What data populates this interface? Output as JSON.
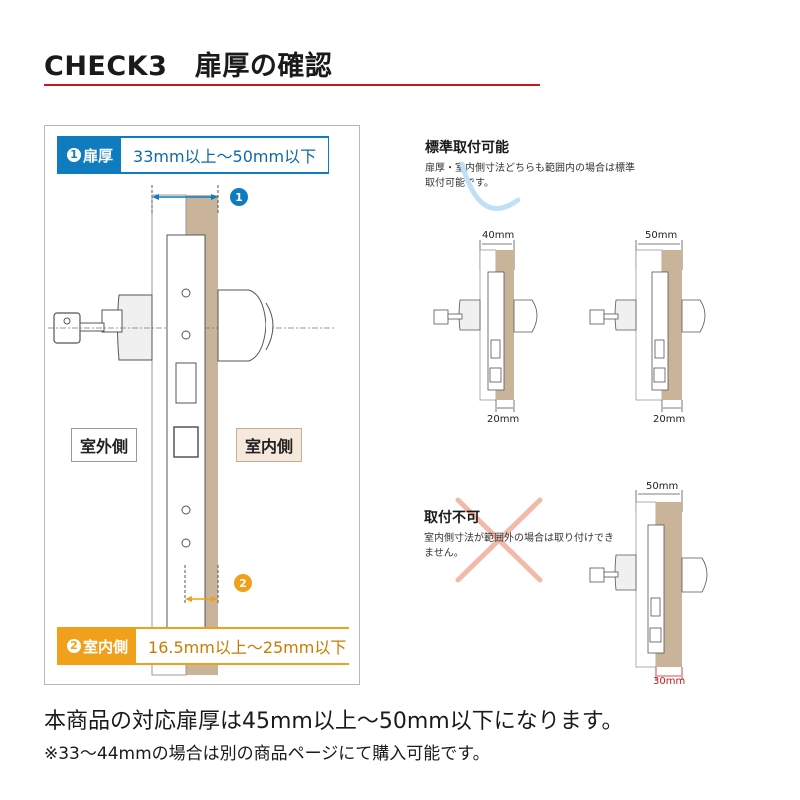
{
  "header": {
    "title": "CHECK3　扉厚の確認"
  },
  "spec_thickness": {
    "num": "1",
    "label": "扉厚",
    "value": "33mm以上〜50mm以下"
  },
  "spec_inside": {
    "num": "2",
    "label": "室内側",
    "value": "16.5mm以上〜25mm以下"
  },
  "callouts": {
    "one": "1",
    "two": "2"
  },
  "labels": {
    "outside": "室外側",
    "inside": "室内側"
  },
  "ok_section": {
    "title": "標準取付可能",
    "desc": "扉厚・室内側寸法どちらも範囲内の場合は標準取付可能です。",
    "example1": {
      "door": "40mm",
      "inside": "20mm"
    },
    "example2": {
      "door": "50mm",
      "inside": "20mm"
    }
  },
  "ng_section": {
    "title": "取付不可",
    "desc": "室内側寸法が範囲外の場合は取り付けできません。",
    "example": {
      "door": "50mm",
      "inside": "30mm"
    }
  },
  "notes": {
    "main": "本商品の対応扉厚は45mm以上〜50mm以下になります。",
    "sub": "※33〜44mmの場合は別の商品ページにて購入可能です。"
  },
  "colors": {
    "accent_red": "#c8161d",
    "accent_blue": "#0f7cc0",
    "accent_orange": "#f0a01a",
    "door_wood": "#c9b49a"
  }
}
